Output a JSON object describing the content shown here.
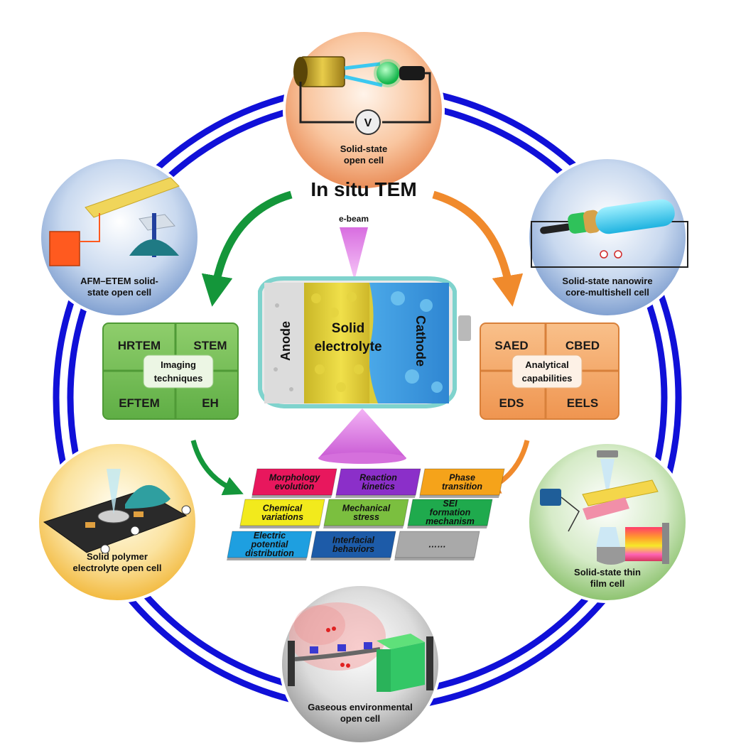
{
  "title": "In situ TEM",
  "ebeam_label": "e-beam",
  "battery": {
    "anode": "Anode",
    "electrolyte_line1": "Solid",
    "electrolyte_line2": "electrolyte",
    "cathode": "Cathode"
  },
  "cells": {
    "top": [
      "Solid-state",
      "open cell"
    ],
    "upper_left": [
      "AFM–ETEM solid-",
      "state open cell"
    ],
    "upper_right": [
      "Solid-state nanowire",
      "core-multishell cell"
    ],
    "lower_left": [
      "Solid polymer",
      "electrolyte open cell"
    ],
    "lower_right": [
      "Solid-state thin",
      "film cell"
    ],
    "bottom": [
      "Gaseous environmental",
      "open cell"
    ]
  },
  "voltmeter_symbol": "V",
  "imaging": {
    "center_line1": "Imaging",
    "center_line2": "techniques",
    "items": [
      "HRTEM",
      "STEM",
      "EFTEM",
      "EH"
    ]
  },
  "analytical": {
    "center_line1": "Analytical",
    "center_line2": "capabilities",
    "items": [
      "SAED",
      "CBED",
      "EDS",
      "EELS"
    ]
  },
  "tiles": [
    {
      "lines": [
        "Morphology",
        "evolution"
      ],
      "color": "#e8175d"
    },
    {
      "lines": [
        "Reaction",
        "kinetics"
      ],
      "color": "#8b2fc9"
    },
    {
      "lines": [
        "Phase",
        "transition"
      ],
      "color": "#f5a31a"
    },
    {
      "lines": [
        "Chemical",
        "variations"
      ],
      "color": "#f2ea1c"
    },
    {
      "lines": [
        "Mechanical",
        "stress"
      ],
      "color": "#7bbf3f"
    },
    {
      "lines": [
        "SEI",
        "formation",
        "mechanism"
      ],
      "color": "#1faa4d"
    },
    {
      "lines": [
        "Electric",
        "potential",
        "distribution"
      ],
      "color": "#1e9fe0"
    },
    {
      "lines": [
        "Interfacial",
        "behaviors"
      ],
      "color": "#1d5ba8"
    },
    {
      "lines": [
        "……"
      ],
      "color": "#a9a9a9"
    }
  ],
  "colors": {
    "ring": "#1010d8",
    "arrow_left": "#14963a",
    "arrow_right": "#f08a2c",
    "imaging_panel": "#7cc35b",
    "analytical_panel": "#f5a968",
    "cone": "#e07be6"
  }
}
